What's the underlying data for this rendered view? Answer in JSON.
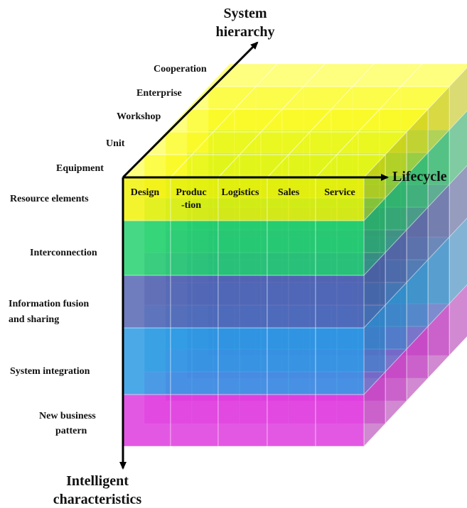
{
  "axes": {
    "system_hierarchy": {
      "title_line1": "System",
      "title_line2": "hierarchy"
    },
    "lifecycle": {
      "title": "Lifecycle"
    },
    "intelligent_characteristics": {
      "title_line1": "Intelligent",
      "title_line2": "characteristics"
    }
  },
  "system_hierarchy_levels": [
    "Equipment",
    "Unit",
    "Workshop",
    "Enterprise",
    "Cooperation"
  ],
  "lifecycle_stages": [
    {
      "line1": "Design",
      "line2": ""
    },
    {
      "line1": "Produc",
      "line2": "-tion"
    },
    {
      "line1": "Logistics",
      "line2": ""
    },
    {
      "line1": "Sales",
      "line2": ""
    },
    {
      "line1": "Service",
      "line2": ""
    }
  ],
  "intelligent_characteristics": [
    {
      "line1": "Resource elements",
      "line2": "",
      "color": "#f2f200"
    },
    {
      "line1": "Interconnection",
      "line2": "",
      "color": "#1fcf6a"
    },
    {
      "line1": "Information fusion",
      "line2": "and sharing",
      "color": "#4f5fb0"
    },
    {
      "line1": "System integration",
      "line2": "",
      "color": "#2496e2"
    },
    {
      "line1": "New business",
      "line2": "pattern",
      "color": "#dd33dd"
    }
  ]
}
